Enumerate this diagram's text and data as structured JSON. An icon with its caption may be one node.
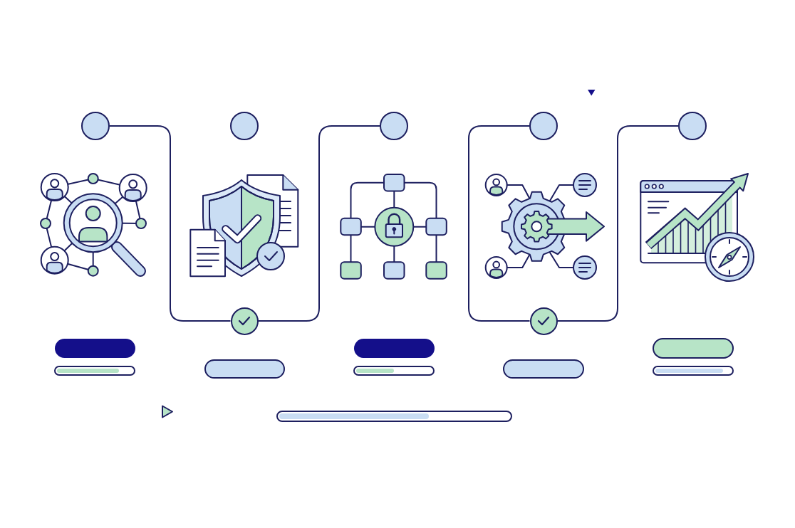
{
  "diagram": {
    "nodes": [
      {
        "text": [],
        "shape": "circle"
      },
      {
        "text": [],
        "shape": "circle"
      },
      {
        "text": [],
        "shape": "circle"
      },
      {
        "text": [],
        "shape": "circle"
      },
      {
        "text": [],
        "shape": "circle"
      },
      {
        "text": [],
        "shape": "circle"
      },
      {
        "text": [],
        "shape": "circle"
      }
    ],
    "edges": [
      {
        "from": 0,
        "to": 5,
        "arrow": "none"
      },
      {
        "from": 5,
        "to": 2,
        "arrow": "none"
      },
      {
        "from": 3,
        "to": 6,
        "arrow": "none"
      },
      {
        "from": 6,
        "to": 4,
        "arrow": "none"
      }
    ]
  }
}
